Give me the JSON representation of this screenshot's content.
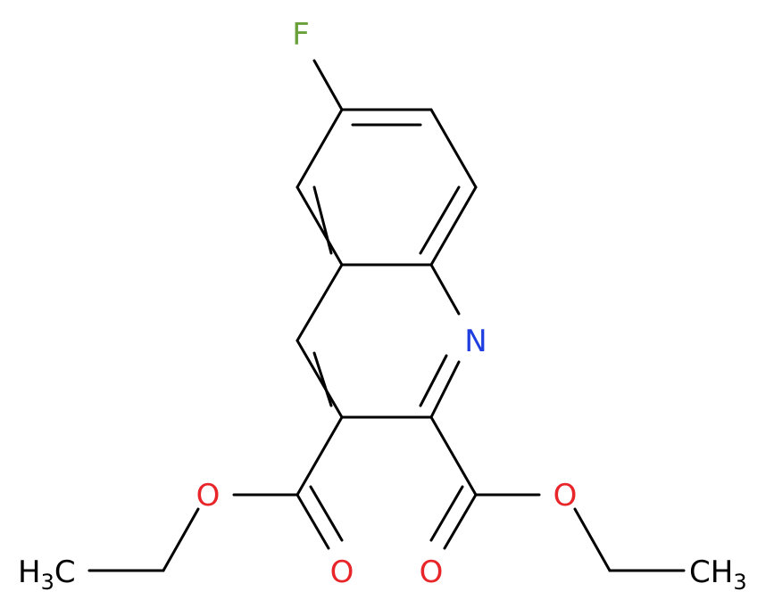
{
  "colors": {
    "bond": "#000000",
    "fluorine": "#6aa039",
    "nitrogen": "#1f3ee0",
    "oxygen": "#e8262a",
    "carbon": "#000000"
  },
  "atoms": {
    "fluorine": "F",
    "nitrogen": "N",
    "oxygen_ester_left": "O",
    "oxygen_ester_right": "O",
    "oxygen_carbonyl_left": "O",
    "oxygen_carbonyl_right": "O",
    "methyl_left": {
      "main": "H",
      "sub": "3",
      "tail": "C"
    },
    "methyl_right": {
      "main": "CH",
      "sub": "3"
    }
  }
}
